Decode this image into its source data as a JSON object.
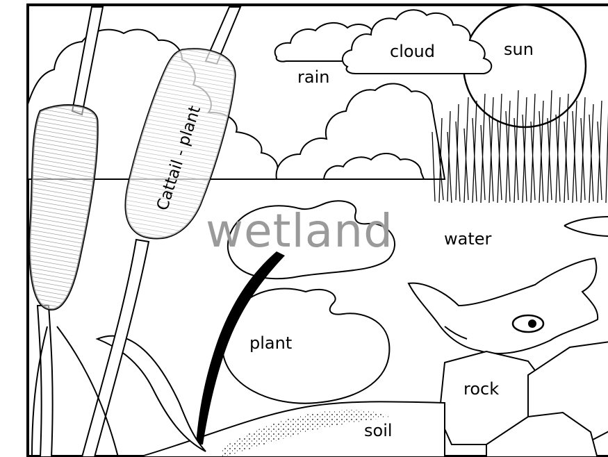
{
  "title": "wetland",
  "labels": {
    "cloud": "cloud",
    "sun": "sun",
    "rain": "rain",
    "water": "water",
    "plant": "plant",
    "rock": "rock",
    "soil": "soil",
    "cattail": "Cattail - plant"
  },
  "colors": {
    "line": "#000000",
    "background": "#ffffff",
    "title": "#9a9a9a"
  }
}
